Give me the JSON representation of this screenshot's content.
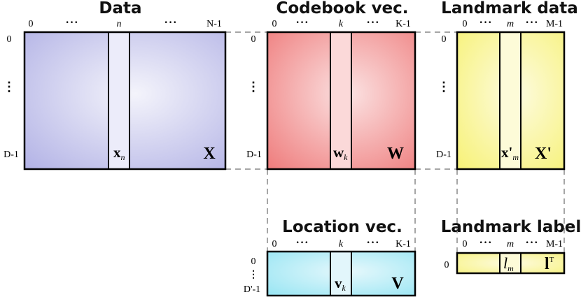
{
  "data_block": {
    "title": "Data",
    "col_first": "0",
    "col_dots": "···",
    "col_highlight": "n",
    "col_last": "N-1",
    "row_first": "0",
    "row_last": "D-1",
    "column_label": "x",
    "column_sub": "n",
    "matrix_label": "X",
    "color_edge": "#b4b4e6",
    "color_center": "#f4f4fb"
  },
  "codebook_block": {
    "title": "Codebook vec.",
    "col_first": "0",
    "col_dots": "···",
    "col_highlight": "k",
    "col_last": "K-1",
    "row_first": "0",
    "row_last": "D-1",
    "column_label": "w",
    "column_sub": "k",
    "matrix_label": "W",
    "color_edge": "#ef7f7f",
    "color_center": "#fbe2e2"
  },
  "landmark_data_block": {
    "title": "Landmark data",
    "col_first": "0",
    "col_dots": "···",
    "col_highlight": "m",
    "col_last": "M-1",
    "row_first": "0",
    "row_last": "D-1",
    "column_label": "x'",
    "column_sub": "m",
    "matrix_label": "X'",
    "color_edge": "#f7f27a",
    "color_center": "#fdfbe0"
  },
  "location_block": {
    "title": "Location vec.",
    "col_first": "0",
    "col_dots": "···",
    "col_highlight": "k",
    "col_last": "K-1",
    "row_first": "0",
    "row_last": "D'-1",
    "column_label": "v",
    "column_sub": "k",
    "matrix_label": "V",
    "color_edge": "#8fe3f2",
    "color_center": "#e6f8fc"
  },
  "landmark_label_block": {
    "title": "Landmark label",
    "col_first": "0",
    "col_dots": "···",
    "col_highlight": "m",
    "col_last": "M-1",
    "row_first": "0",
    "column_label": "l",
    "column_sub": "m",
    "matrix_label": "l",
    "matrix_sup": "T",
    "color_edge": "#f7f27a",
    "color_center": "#fdfbe0"
  }
}
